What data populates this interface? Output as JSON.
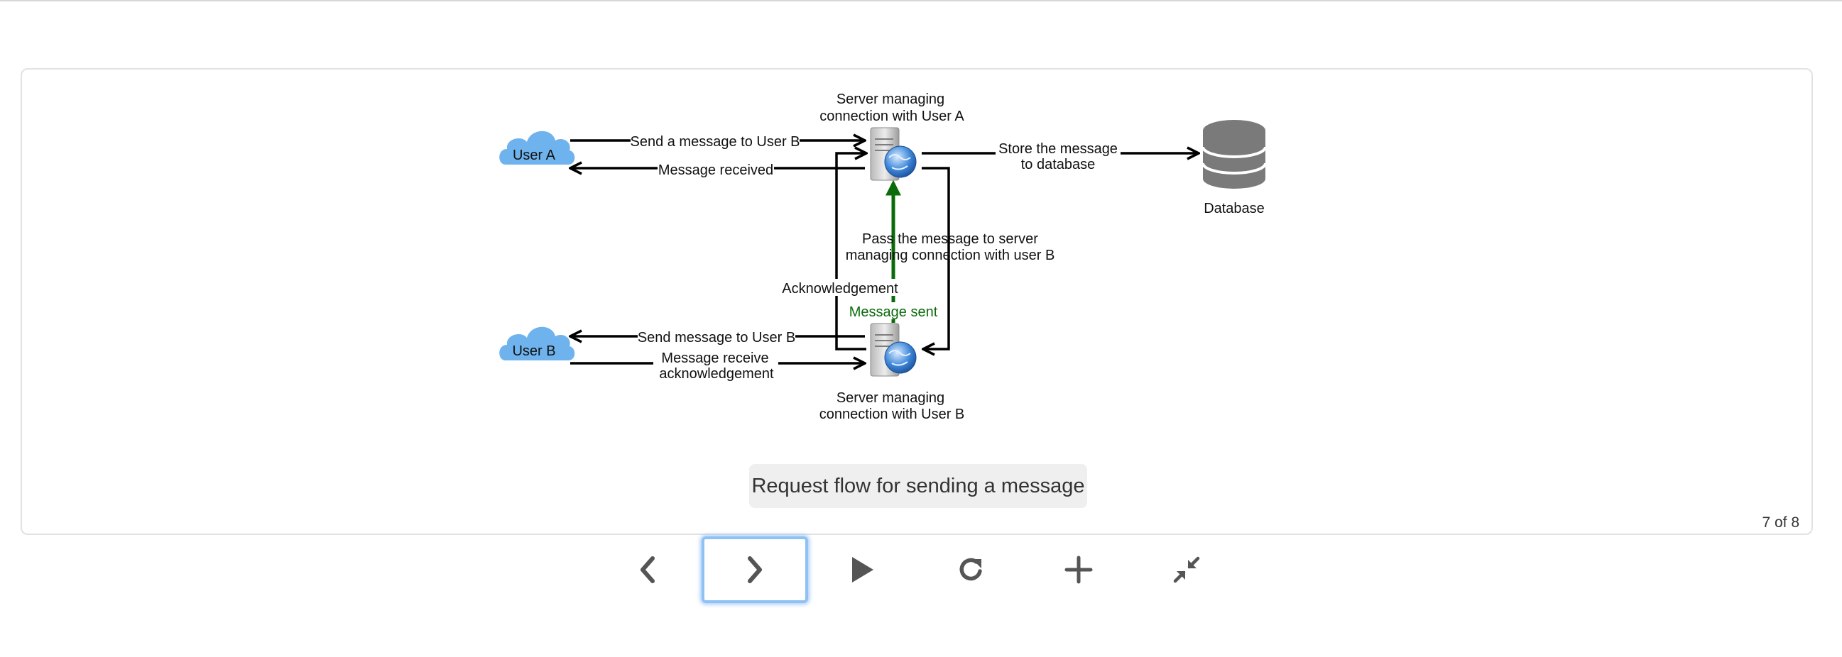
{
  "diagram": {
    "user_a": "User A",
    "user_b": "User B",
    "server_a_label_line1": "Server managing",
    "server_a_label_line2": "connection with User A",
    "server_b_label_line1": "Server managing",
    "server_b_label_line2": "connection with User B",
    "database_label": "Database",
    "edge_send_to_b": "Send a message to User B",
    "edge_message_received": "Message received",
    "edge_store_line1": "Store the message",
    "edge_store_line2": "to database",
    "edge_pass_line1": "Pass the message to server",
    "edge_pass_line2": "managing connection with user B",
    "edge_acknowledgement": "Acknowledgement",
    "edge_message_sent": "Message sent",
    "edge_send_message_to_b": "Send message to User B",
    "edge_receive_ack_line1": "Message receive",
    "edge_receive_ack_line2": "acknowledgement",
    "colors": {
      "cloud": "#6fb3ee",
      "arrow": "#000000",
      "highlight_arrow": "#0a6b0a",
      "database": "#7a7a7a"
    }
  },
  "caption": "Request flow for sending a message",
  "counter": "7 of 8",
  "controls": {
    "previous_icon": "chevron-left-icon",
    "next_icon": "chevron-right-icon",
    "play_icon": "play-icon",
    "reload_icon": "reload-icon",
    "add_icon": "plus-icon",
    "collapse_icon": "collapse-icon",
    "focused": "next"
  }
}
